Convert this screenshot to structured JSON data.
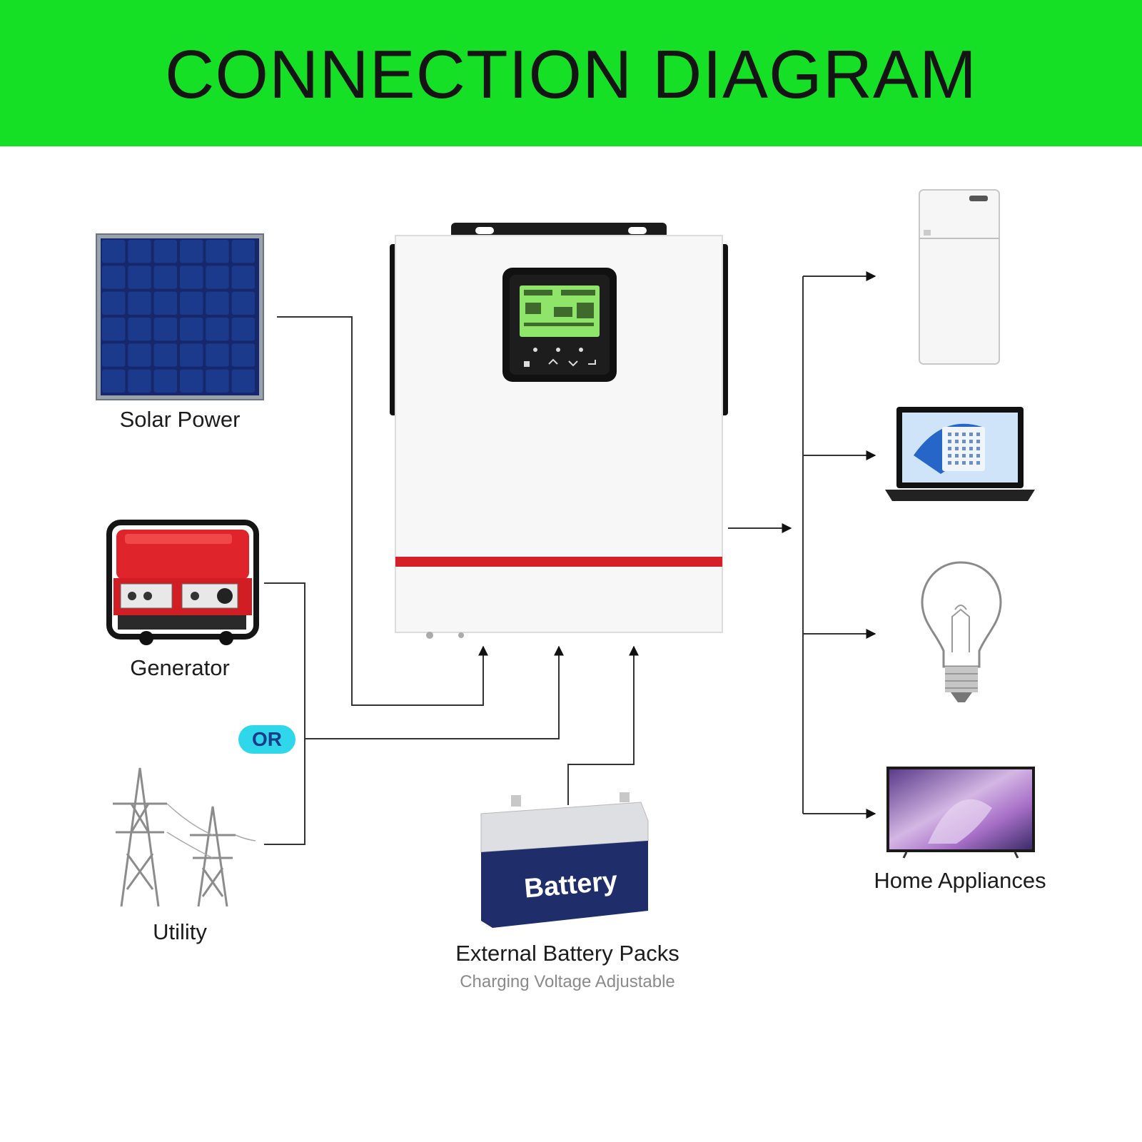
{
  "title": "CONNECTION DIAGRAM",
  "sources": {
    "solar": "Solar Power",
    "generator": "Generator",
    "utility": "Utility",
    "or_badge": "OR"
  },
  "battery": {
    "label": "External Battery Packs",
    "sublabel": "Charging Voltage Adjustable",
    "case_text": "Battery"
  },
  "outputs": {
    "label": "Home Appliances"
  },
  "colors": {
    "banner": "#16e026",
    "accent_red": "#e0242b",
    "or_badge": "#2ed8ea",
    "solar_cell": "#1c3a8c",
    "battery_body": "#1f2d6b"
  }
}
